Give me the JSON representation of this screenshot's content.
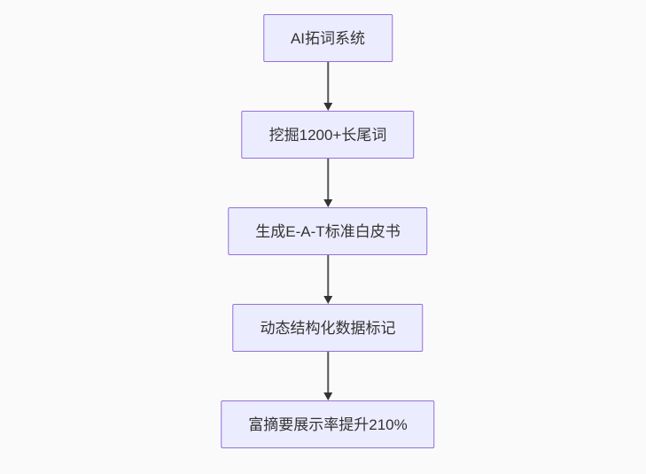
{
  "diagram": {
    "type": "flowchart",
    "direction": "top-down",
    "background": "#fafafa",
    "colors": {
      "node_fill": "#ECECFF",
      "node_border": "#9370DB",
      "node_text": "#333333",
      "edge_line": "#555555",
      "edge_arrowhead": "#333333"
    },
    "nodes": [
      {
        "id": "n1",
        "label": "AI拓词系统"
      },
      {
        "id": "n2",
        "label": "挖掘1200+长尾词"
      },
      {
        "id": "n3",
        "label": "生成E-A-T标准白皮书"
      },
      {
        "id": "n4",
        "label": "动态结构化数据标记"
      },
      {
        "id": "n5",
        "label": "富摘要展示率提升210%"
      }
    ],
    "edges": [
      {
        "from": "n1",
        "to": "n2",
        "style": "arrow-down"
      },
      {
        "from": "n2",
        "to": "n3",
        "style": "arrow-down"
      },
      {
        "from": "n3",
        "to": "n4",
        "style": "arrow-down"
      },
      {
        "from": "n4",
        "to": "n5",
        "style": "arrow-down"
      }
    ]
  }
}
